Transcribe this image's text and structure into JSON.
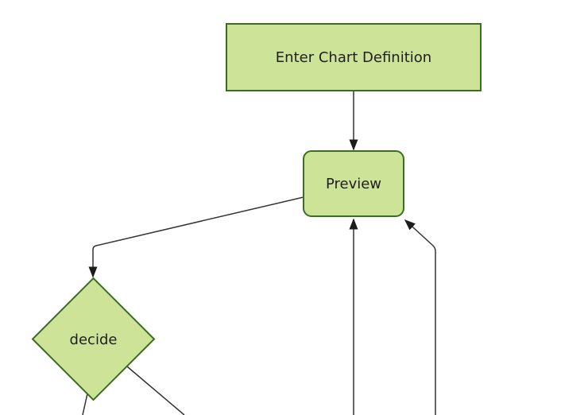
{
  "diagram": {
    "type": "flowchart",
    "direction": "top-down",
    "nodes": [
      {
        "id": "enter-chart-definition",
        "label": "Enter Chart Definition",
        "shape": "rectangle"
      },
      {
        "id": "preview",
        "label": "Preview",
        "shape": "rounded-rectangle"
      },
      {
        "id": "decide",
        "label": "decide",
        "shape": "diamond"
      }
    ],
    "edges": [
      {
        "from": "enter-chart-definition",
        "to": "preview",
        "arrowhead": true
      },
      {
        "from": "preview",
        "to": "decide",
        "arrowhead": true
      },
      {
        "from": "decide",
        "to": "offscreen-bottom",
        "arrowhead": false
      },
      {
        "from": "decide",
        "to": "offscreen-bottom-right",
        "arrowhead": false
      },
      {
        "from": "offscreen-bottom-center",
        "to": "preview",
        "arrowhead": true
      },
      {
        "from": "offscreen-bottom-right",
        "to": "preview",
        "arrowhead": true
      }
    ],
    "theme": {
      "background": "#ffffff",
      "node_fill": "#cde498",
      "node_border": "#3c6e21",
      "edge_color": "#333333",
      "arrowhead_color": "#1c1c1c",
      "text_color": "#1f1f1f"
    }
  }
}
